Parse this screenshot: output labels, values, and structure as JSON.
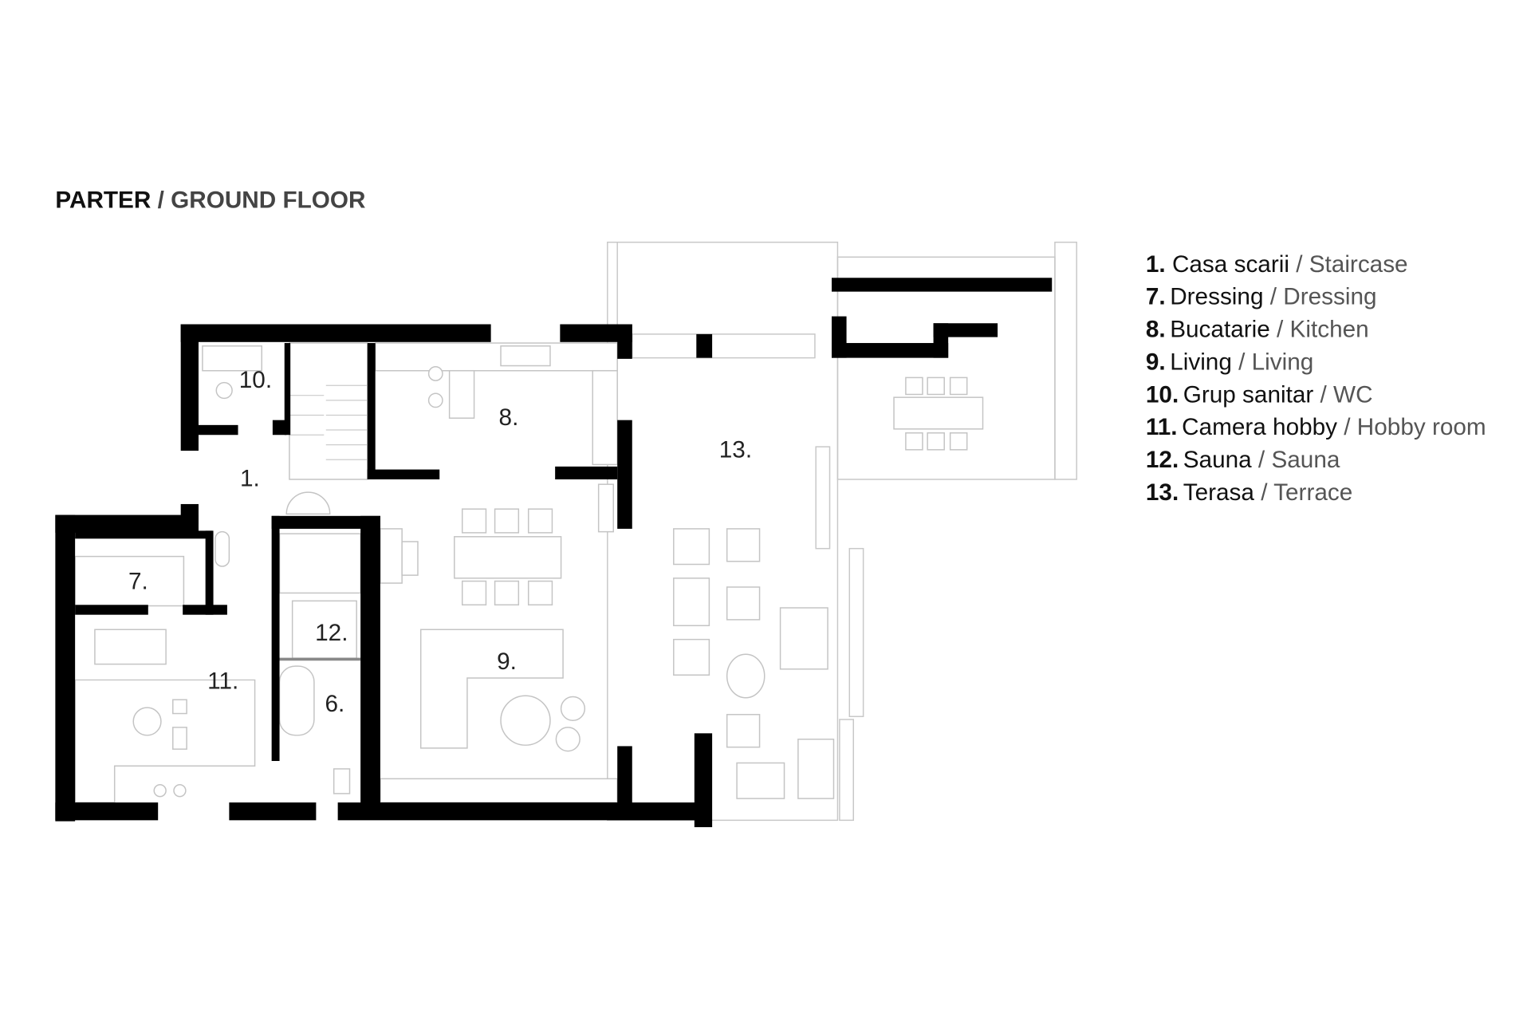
{
  "title": {
    "part_ro": "PARTER",
    "separator": " / ",
    "part_en": "GROUND FLOOR"
  },
  "rooms": {
    "r1": "1.",
    "r6": "6.",
    "r7": "7.",
    "r8": "8.",
    "r9": "9.",
    "r10": "10.",
    "r11": "11.",
    "r12": "12.",
    "r13": "13."
  },
  "legend": [
    {
      "num": "1.",
      "ro": " Casa scarii",
      "en": " / Staircase"
    },
    {
      "num": "7.",
      "ro": "Dressing",
      "en": " / Dressing"
    },
    {
      "num": "8.",
      "ro": "Bucatarie",
      "en": " / Kitchen"
    },
    {
      "num": "9.",
      "ro": "Living",
      "en": " / Living"
    },
    {
      "num": "10.",
      "ro": "Grup sanitar",
      "en": " / WC"
    },
    {
      "num": "11.",
      "ro": "Camera hobby",
      "en": " / Hobby room"
    },
    {
      "num": "12.",
      "ro": "Sauna",
      "en": " / Sauna"
    },
    {
      "num": "13.",
      "ro": "Terasa",
      "en": " / Terrace"
    }
  ],
  "colors": {
    "wall": "#000000",
    "furniture": "#c4c4c4",
    "text_secondary": "#555555"
  }
}
